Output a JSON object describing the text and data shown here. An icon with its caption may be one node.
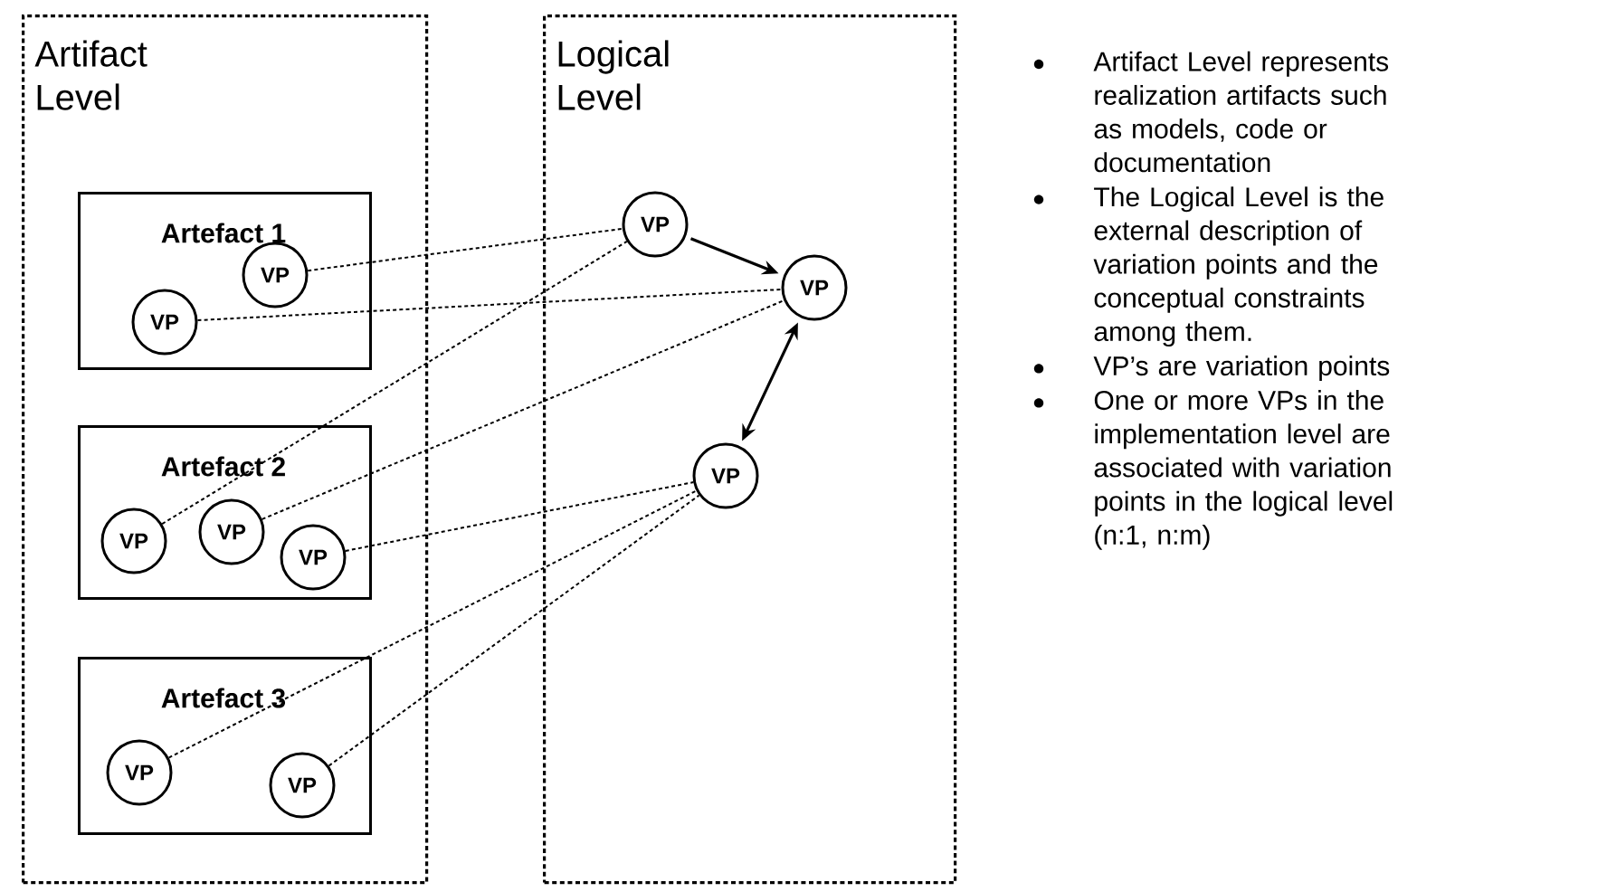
{
  "diagram": {
    "nodes": [
      {
        "text": [
          "Artifact Level"
        ]
      },
      {
        "text": [
          "Artefact 1"
        ],
        "in": 0
      },
      {
        "text": [
          "VP"
        ],
        "in": 1
      },
      {
        "text": [
          "VP"
        ],
        "in": 1
      },
      {
        "text": [
          "Artefact 2"
        ],
        "in": 0
      },
      {
        "text": [
          "VP"
        ],
        "in": 4
      },
      {
        "text": [
          "VP"
        ],
        "in": 4
      },
      {
        "text": [
          "VP"
        ],
        "in": 4
      },
      {
        "text": [
          "Artefact 3"
        ],
        "in": 0
      },
      {
        "text": [
          "VP"
        ],
        "in": 8
      },
      {
        "text": [
          "VP"
        ],
        "in": 8
      },
      {
        "text": [
          "Logical Level"
        ]
      },
      {
        "text": [
          "VP"
        ],
        "in": 11
      },
      {
        "text": [
          "VP"
        ],
        "in": 11
      },
      {
        "text": [
          "VP"
        ],
        "in": 11
      }
    ],
    "edges": [
      {
        "from": 3,
        "to": 12,
        "arrow": "none",
        "style": "dashed"
      },
      {
        "from": 2,
        "to": 13,
        "arrow": "none",
        "style": "dashed"
      },
      {
        "from": 5,
        "to": 12,
        "arrow": "none",
        "style": "dashed"
      },
      {
        "from": 6,
        "to": 13,
        "arrow": "none",
        "style": "dashed"
      },
      {
        "from": 7,
        "to": 14,
        "arrow": "none",
        "style": "dashed"
      },
      {
        "from": 9,
        "to": 14,
        "arrow": "none",
        "style": "dashed"
      },
      {
        "from": 10,
        "to": 14,
        "arrow": "none",
        "style": "dashed"
      },
      {
        "from": 12,
        "to": 13,
        "arrow": "to"
      },
      {
        "from": 13,
        "to": 14,
        "arrow": "both"
      }
    ],
    "labels": [
      "Artifact Level represents realization artifacts such as models, code or documentation",
      "The Logical Level is the external description of variation points and the conceptual constraints among them.",
      "VP’s are variation points",
      "One or more VPs in the implementation level are associated with variation points in the logical level (n:1, n:m)"
    ]
  }
}
